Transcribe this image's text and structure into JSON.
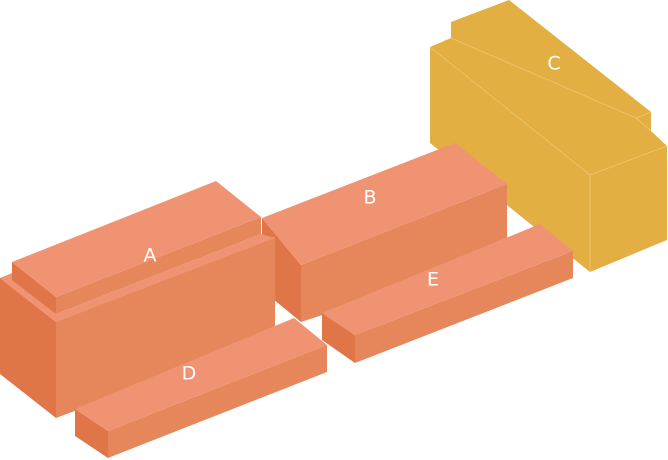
{
  "blocks": [
    {
      "id": "A",
      "label": "A"
    },
    {
      "id": "B",
      "label": "B"
    },
    {
      "id": "C",
      "label": "C"
    },
    {
      "id": "D",
      "label": "D"
    },
    {
      "id": "E",
      "label": "E"
    }
  ],
  "colors": {
    "top": "#f09372",
    "front": "#e5875a",
    "side": "#e07548",
    "highlight": "#e3ae42"
  }
}
